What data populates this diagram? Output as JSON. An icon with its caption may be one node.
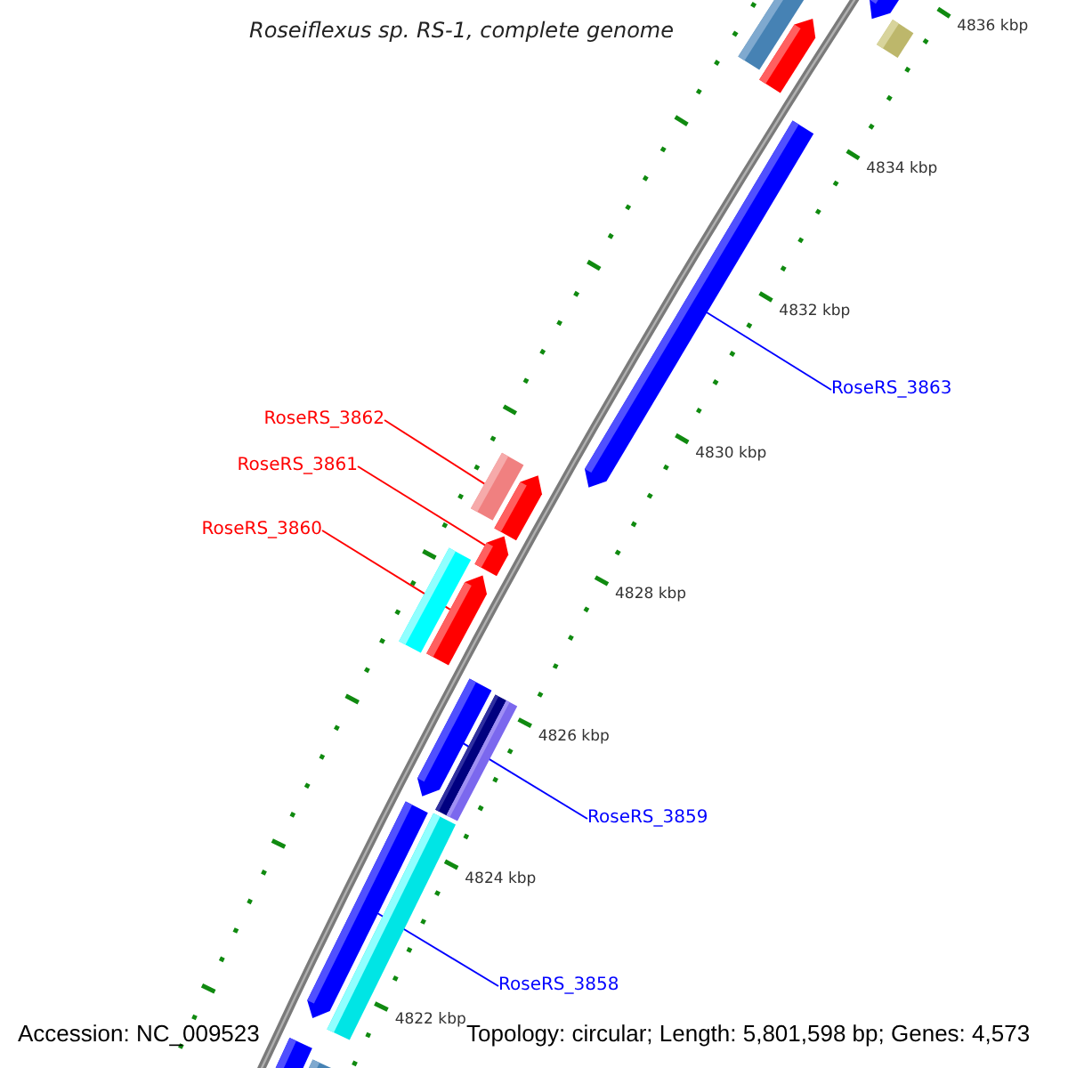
{
  "diagram": {
    "title": "Roseiflexus sp. RS-1, complete genome",
    "nodes": [
      {
        "text": [
          "RoseRS_3863"
        ]
      },
      {
        "text": [
          "RoseRS_3862"
        ]
      },
      {
        "text": [
          "RoseRS_3861"
        ]
      },
      {
        "text": [
          "RoseRS_3860"
        ]
      },
      {
        "text": [
          "RoseRS_3859"
        ]
      },
      {
        "text": [
          "RoseRS_3858"
        ]
      },
      {
        "text": [],
        "shape": "bar"
      },
      {
        "text": [],
        "shape": "bar"
      },
      {
        "text": [],
        "shape": "bar"
      },
      {
        "text": [],
        "shape": "bar"
      },
      {
        "text": [],
        "shape": "bar"
      },
      {
        "text": [],
        "shape": "bar"
      },
      {
        "text": [],
        "shape": "bar"
      },
      {
        "text": [],
        "shape": "bar"
      },
      {
        "text": [],
        "shape": "bar"
      },
      {
        "text": [],
        "shape": "bar"
      },
      {
        "text": [],
        "shape": "bar"
      },
      {
        "text": [],
        "shape": "bar"
      },
      {
        "text": [],
        "shape": "bar"
      },
      {
        "text": [],
        "shape": "bar"
      },
      {
        "text": [],
        "shape": "bar"
      },
      {
        "text": [],
        "shape": "bar"
      },
      {
        "text": [],
        "shape": "bar"
      }
    ],
    "edges": [
      {
        "from": 0,
        "to": 10,
        "arrow": "none",
        "color": "#0000ff"
      },
      {
        "from": 1,
        "to": 11,
        "arrow": "none",
        "color": "#ff0000"
      },
      {
        "from": 2,
        "to": 13,
        "arrow": "none",
        "color": "#ff0000"
      },
      {
        "from": 3,
        "to": 15,
        "arrow": "none",
        "color": "#ff0000"
      },
      {
        "from": 4,
        "to": 16,
        "arrow": "none",
        "color": "#0000ff"
      },
      {
        "from": 5,
        "to": 19,
        "arrow": "none",
        "color": "#0000ff"
      }
    ],
    "labels": [
      "4836 kbp",
      "4834 kbp",
      "4832 kbp",
      "4830 kbp",
      "4828 kbp",
      "4826 kbp",
      "4824 kbp",
      "4822 kbp",
      "Accession: NC_009523",
      "Topology: circular; Length: 5,801,598 bp; Genes: 4,573"
    ]
  }
}
